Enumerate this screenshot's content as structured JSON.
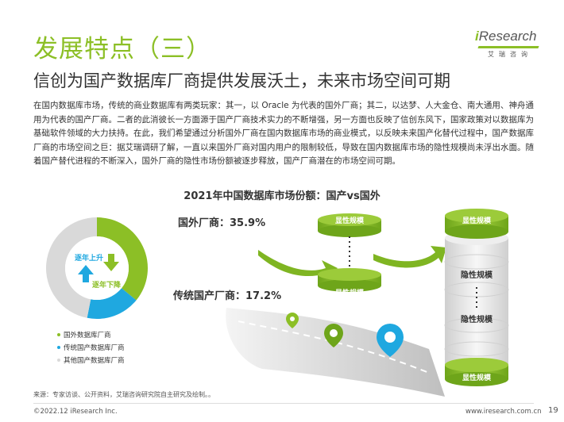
{
  "header": {
    "title": "发展特点（三）",
    "subtitle": "信创为国产数据库厂商提供发展沃土，未来市场空间可期",
    "logo_word": "Research",
    "logo_i": "i",
    "logo_sub": "艾瑞咨询"
  },
  "body_text": "在国内数据库市场，传统的商业数据库有两类玩家：其一，以 Oracle 为代表的国外厂商；其二，以达梦、人大金仓、南大通用、神舟通用为代表的国产厂商。二者的此消彼长一方面源于国产厂商技术实力的不断增强，另一方面也反映了信创东风下，国家政策对以数据库为基础软件领域的大力扶持。在此，我们希望通过分析国外厂商在国内数据库市场的商业模式，以反映未来国产化替代过程中，国产数据库厂商的市场空间之巨：据艾瑞调研了解，一直以来国外厂商对国内用户的限制较低，导致在国内数据库市场的隐性规模尚未浮出水面。随着国产替代进程的不断深入，国外厂商的隐性市场份额被逐步释放，国产厂商潜在的市场空间可期。",
  "chart_data": {
    "type": "pie",
    "title": "2021年中国数据库市场份额：国产vs国外",
    "categories": [
      "国外数据库厂商",
      "传统国产数据库厂商",
      "其他国产数据库厂商"
    ],
    "values": [
      35.9,
      17.2,
      46.9
    ],
    "unit": "%",
    "colors": [
      "#8cbf26",
      "#1fa8e0",
      "#d9d9d9"
    ],
    "labels": {
      "foreign": "国外厂商：35.9%",
      "domestic": "传统国产厂商：17.2%"
    },
    "center_text": {
      "up": "逐年上升",
      "down": "逐年下降"
    },
    "legend_position": "bottom-left"
  },
  "diagram": {
    "explicit_scale": "显性规模",
    "hidden_scale": "隐性规模"
  },
  "colors": {
    "brand_green": "#8cbf26",
    "blue": "#1fa8e0",
    "grey": "#d9d9d9"
  },
  "footer": {
    "source": "来源：专家访谈、公开资料，艾瑞咨询研究院自主研究及绘制。。",
    "copyright": "©2022.12 iResearch Inc.",
    "website": "www.iresearch.com.cn",
    "page": "19"
  }
}
